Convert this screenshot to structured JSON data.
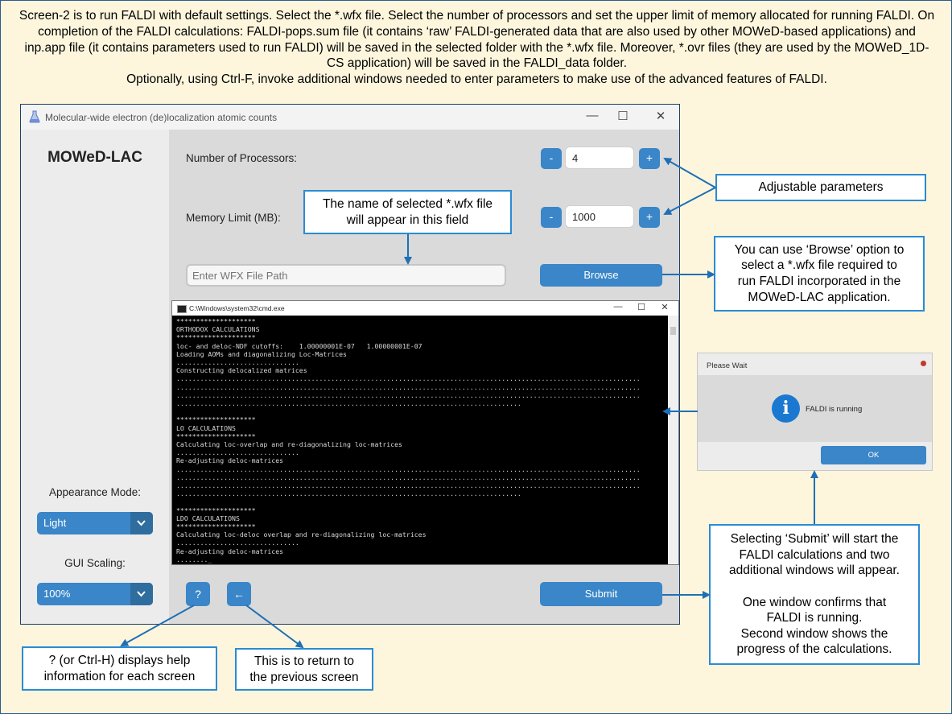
{
  "intro_text": "Screen-2 is to run FALDI with default settings. Select the *.wfx file. Select the number of processors and set the upper limit of memory allocated for running FALDI. On completion of the FALDI calculations: FALDI-pops.sum file (it contains ‘raw’ FALDI-generated data that are also used by other MOWeD-based applications) and inp.app file (it contains parameters used to run FALDI) will be saved in the selected folder with the *.wfx file. Moreover, *.ovr files (they are used by the MOWeD_1D-CS application) will be saved in the FALDI_data folder.\nOptionally, using Ctrl-F, invoke additional windows needed to enter parameters to make use of the advanced features of FALDI.",
  "app": {
    "window_title": "Molecular-wide electron (de)localization atomic counts",
    "heading": "MOWeD-LAC",
    "processors_label": "Number of Processors:",
    "processors_value": "4",
    "memory_label": "Memory Limit (MB):",
    "memory_value": "1000",
    "minus_label": "-",
    "plus_label": "+",
    "wfx_placeholder": "Enter WFX File Path",
    "browse_label": "Browse",
    "submit_label": "Submit",
    "help_label": "?",
    "back_label": "←",
    "appearance_label": "Appearance Mode:",
    "appearance_value": "Light",
    "scaling_label": "GUI Scaling:",
    "scaling_value": "100%",
    "controls": {
      "minimize": "—",
      "maximize": "☐",
      "close": "✕"
    }
  },
  "cmd": {
    "title": "C:\\Windows\\system32\\cmd.exe",
    "lines": [
      "********************",
      "ORTHODOX CALCULATIONS",
      "********************",
      "loc- and deloc-NDF cutoffs:    1.00000001E-07   1.00000001E-07",
      "Loading AOMs and diagonalizing Loc-Matrices",
      "...............................",
      "Constructing delocalized matrices",
      ".....................................................................................................................",
      ".....................................................................................................................",
      ".....................................................................................................................",
      ".......................................................................................",
      "",
      "********************",
      "LO CALCULATIONS",
      "********************",
      "Calculating loc-overlap and re-diagonalizing loc-matrices",
      "...............................",
      "Re-adjusting deloc-matrices",
      ".....................................................................................................................",
      ".....................................................................................................................",
      ".....................................................................................................................",
      ".......................................................................................",
      "",
      "********************",
      "LDO CALCULATIONS",
      "********************",
      "Calculating loc-deloc overlap and re-diagonalizing loc-matrices",
      "...............................",
      "Re-adjusting deloc-matrices",
      "........_"
    ]
  },
  "wait_dialog": {
    "title": "Please Wait",
    "message": "FALDI is running",
    "ok_label": "OK"
  },
  "callouts": {
    "adjustable": "Adjustable parameters",
    "wfx_field": "The name of selected *.wfx file\nwill appear in this field",
    "browse": "You can use ‘Browse’ option to\nselect a *.wfx file required to\nrun FALDI incorporated in the\nMOWeD-LAC application.",
    "submit": "Selecting ‘Submit’ will start the\nFALDI calculations and two\nadditional windows will appear.\n\nOne window confirms that\nFALDI is running.\nSecond window shows the\nprogress of the calculations.",
    "help": "? (or Ctrl-H) displays help\ninformation for each screen",
    "back": "This is to return to\nthe previous screen"
  },
  "colors": {
    "background": "#fdf6dd",
    "accent": "#3a86c8",
    "callout_border": "#2a8bd4",
    "arrow": "#1f6fb5"
  }
}
